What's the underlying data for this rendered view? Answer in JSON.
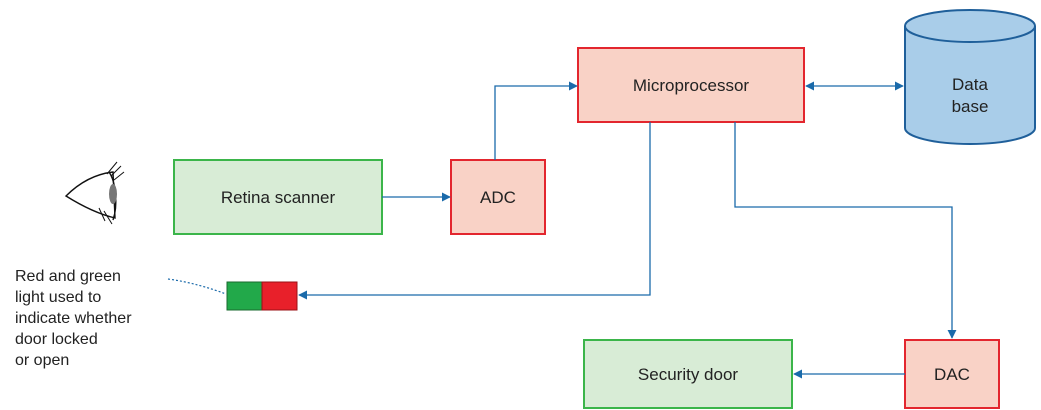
{
  "nodes": {
    "microprocessor": {
      "label": "Microprocessor"
    },
    "database": {
      "label_line1": "Data",
      "label_line2": "base"
    },
    "retina_scanner": {
      "label": "Retina scanner"
    },
    "adc": {
      "label": "ADC"
    },
    "dac": {
      "label": "DAC"
    },
    "security_door": {
      "label": "Security door"
    }
  },
  "note": {
    "lines": [
      "Red and green",
      "light used to",
      "indicate whether",
      "door locked",
      "or open"
    ]
  },
  "colors": {
    "green_fill": "#d8ecd6",
    "green_stroke": "#3bb54a",
    "red_fill": "#f9d2c6",
    "red_stroke": "#e3262e",
    "db_fill": "#a9cde9",
    "db_stroke": "#1f5f9a",
    "arrow": "#1a6aaa",
    "led_green": "#22a94a",
    "led_red": "#e8202a"
  },
  "icons": {
    "eye": "eye-icon"
  }
}
